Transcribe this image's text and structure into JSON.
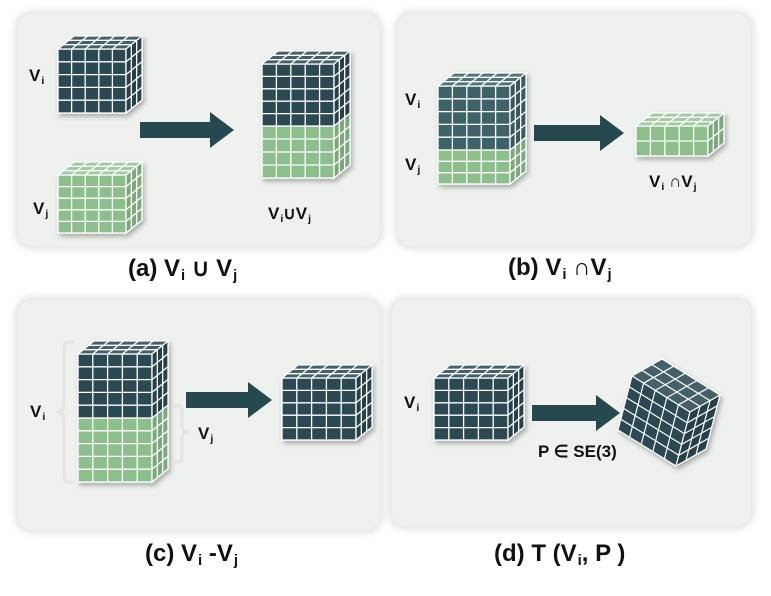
{
  "colors": {
    "dark": "#2b4a53",
    "light": "#8cbf8c",
    "arrow": "#26484f",
    "panel": "#eef1ee"
  },
  "panels": {
    "a": {
      "caption": {
        "prefix": "(a) ",
        "a": "V",
        "a_sub": "i",
        "op": " ∪ ",
        "b": "V",
        "b_sub": "j"
      },
      "label_vi": {
        "main": "V",
        "sub": "i"
      },
      "label_vj": {
        "main": "V",
        "sub": "j"
      },
      "result": {
        "a": "V",
        "a_sub": "i",
        "op": "∪",
        "b": "V",
        "b_sub": "j"
      }
    },
    "b": {
      "caption": {
        "prefix": "(b) ",
        "a": "V",
        "a_sub": "i",
        "op": " ∩",
        "b": "V",
        "b_sub": "j"
      },
      "label_vi": {
        "main": "V",
        "sub": "i"
      },
      "label_vj": {
        "main": "V",
        "sub": "j"
      },
      "result": {
        "a": "V",
        "a_sub": "i",
        "op": " ∩",
        "b": "V",
        "b_sub": "j"
      }
    },
    "c": {
      "caption": {
        "prefix": "(c) ",
        "a": "V",
        "a_sub": "i",
        "op": " -",
        "b": "V",
        "b_sub": "j"
      },
      "label_vi": {
        "main": "V",
        "sub": "i"
      },
      "label_vj": {
        "main": "V",
        "sub": "j"
      }
    },
    "d": {
      "caption": {
        "prefix": "(d) T (",
        "a": "V",
        "a_sub": "i",
        "op": ", P )"
      },
      "label_vi": {
        "main": "V",
        "sub": "i"
      },
      "arrow_label": "P ∈ SE(3)"
    }
  }
}
